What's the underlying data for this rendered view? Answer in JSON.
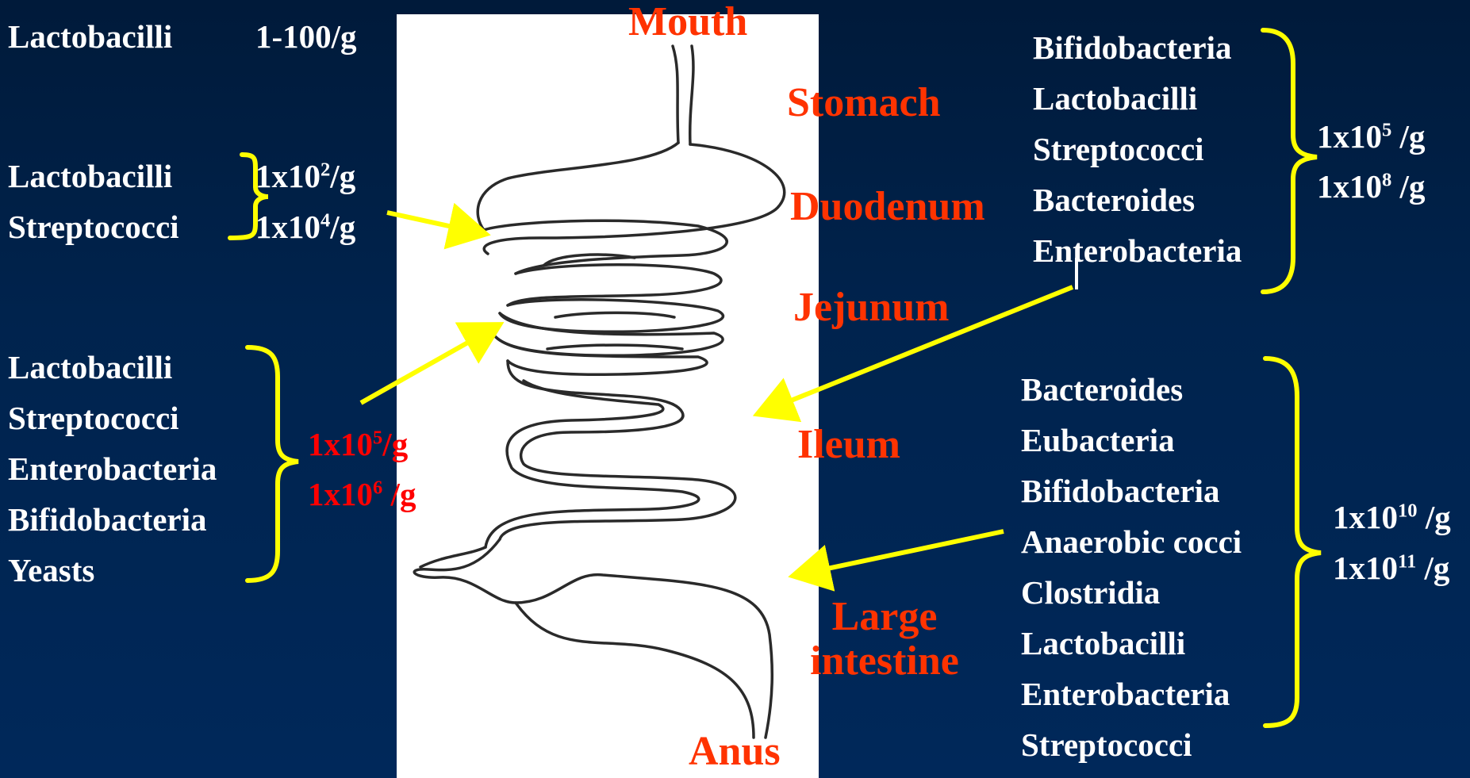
{
  "colors": {
    "background": "#00285a",
    "organ_label": "#ff3300",
    "bracket_arrow": "#ffff00",
    "count_highlight": "#ff0000",
    "text": "#ffffff"
  },
  "organs": {
    "mouth": "Mouth",
    "stomach": "Stomach",
    "duodenum": "Duodenum",
    "jejunum": "Jejunum",
    "ileum": "Ileum",
    "large_intestine_1": "Large",
    "large_intestine_2": "intestine",
    "anus": "Anus"
  },
  "mouth_group": {
    "organism": "Lactobacilli",
    "count": "1-100/g"
  },
  "stomach_group": {
    "organisms": [
      "Lactobacilli",
      "Streptococci"
    ],
    "count1": {
      "base": "1x10",
      "exp": "2",
      "unit": "/g"
    },
    "count2": {
      "base": "1x10",
      "exp": "4",
      "unit": "/g"
    }
  },
  "jejunum_group": {
    "organisms": [
      "Lactobacilli",
      "Streptococci",
      "Enterobacteria",
      "Bifidobacteria",
      "Yeasts"
    ],
    "count1": {
      "base": "1x10",
      "exp": "5",
      "unit": "/g"
    },
    "count2": {
      "base": "1x10",
      "exp": "6",
      "unit": " /g"
    }
  },
  "ileum_group": {
    "organisms": [
      "Bifidobacteria",
      "Lactobacilli",
      "Streptococci",
      "Bacteroides",
      "Enterobacteria"
    ],
    "count1": {
      "base": "1x10",
      "exp": "5",
      "unit": " /g"
    },
    "count2": {
      "base": "1x10",
      "exp": "8",
      "unit": " /g"
    }
  },
  "colon_group": {
    "organisms": [
      "Bacteroides",
      "Eubacteria",
      "Bifidobacteria",
      "Anaerobic cocci",
      "Clostridia",
      "Lactobacilli",
      "Enterobacteria",
      "Streptococci"
    ],
    "count1": {
      "base": "1x10",
      "exp": "10",
      "unit": " /g"
    },
    "count2": {
      "base": "1x10",
      "exp": "11",
      "unit": " /g"
    }
  }
}
